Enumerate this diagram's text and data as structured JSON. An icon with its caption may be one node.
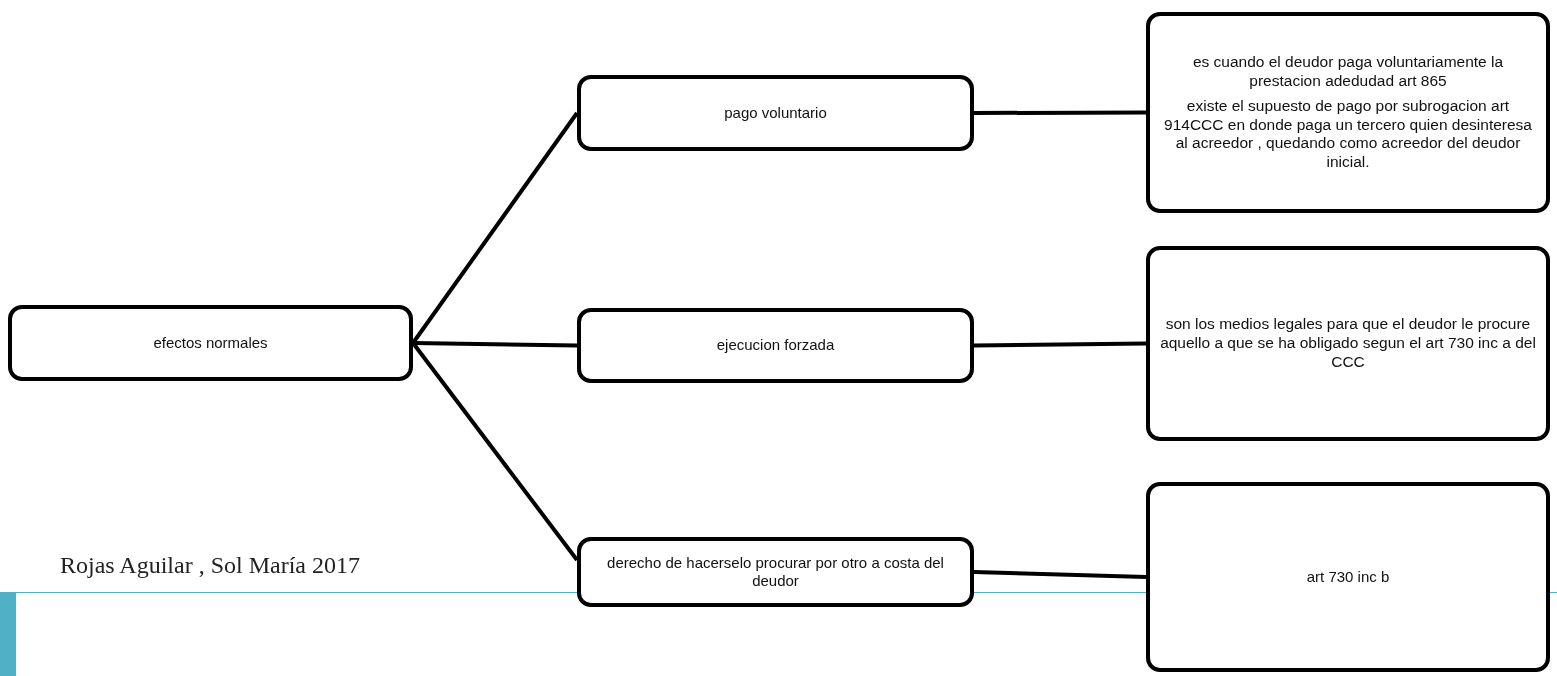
{
  "diagram": {
    "nodes": [
      {
        "text": [
          "efectos normales"
        ]
      },
      {
        "text": [
          "pago voluntario"
        ]
      },
      {
        "text": [
          "ejecucion forzada"
        ]
      },
      {
        "text": [
          "derecho de hacerselo procurar  por otro a costa del deudor"
        ]
      },
      {
        "text": [
          "es cuando el deudor paga voluntariamente la prestacion adedudad art 865",
          "existe el supuesto de pago por subrogacion art 914CCC en donde paga un tercero quien desinteresa al acreedor , quedando como acreedor del deudor inicial."
        ]
      },
      {
        "text": [
          "son los medios legales para que el deudor le procure aquello a que se ha obligado segun el art 730 inc a del CCC"
        ]
      },
      {
        "text": [
          "art 730 inc b"
        ]
      }
    ],
    "edges": [
      {
        "from": 0,
        "to": 1,
        "arrow": "none"
      },
      {
        "from": 0,
        "to": 2,
        "arrow": "none"
      },
      {
        "from": 0,
        "to": 3,
        "arrow": "none"
      },
      {
        "from": 1,
        "to": 4,
        "arrow": "none"
      },
      {
        "from": 2,
        "to": 5,
        "arrow": "none"
      },
      {
        "from": 3,
        "to": 6,
        "arrow": "none"
      }
    ],
    "labels": [
      "Rojas Aguilar , Sol María  2017"
    ]
  }
}
